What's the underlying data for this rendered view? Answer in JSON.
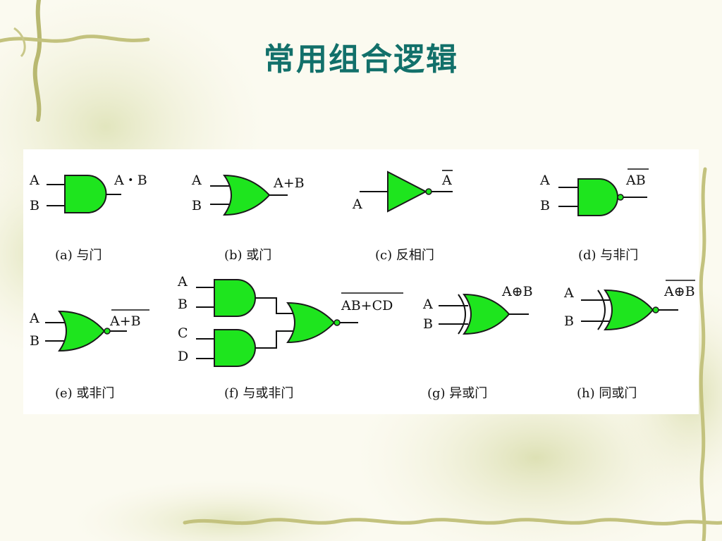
{
  "title": "常用组合逻辑",
  "gates": {
    "and": {
      "in_a": "A",
      "in_b": "B",
      "output": "A・B",
      "caption": "(a) 与门"
    },
    "or": {
      "in_a": "A",
      "in_b": "B",
      "output": "A+B",
      "caption": "(b) 或门"
    },
    "not": {
      "in_a": "A",
      "output": "A",
      "caption": "(c) 反相门"
    },
    "nand": {
      "in_a": "A",
      "in_b": "B",
      "output": "AB",
      "caption": "(d) 与非门"
    },
    "nor": {
      "in_a": "A",
      "in_b": "B",
      "output": "A+B",
      "caption": "(e) 或非门"
    },
    "aoi": {
      "in_a": "A",
      "in_b": "B",
      "in_c": "C",
      "in_d": "D",
      "output": "AB+CD",
      "caption": "(f) 与或非门"
    },
    "xor": {
      "in_a": "A",
      "in_b": "B",
      "output": "A⊕B",
      "caption": "(g) 异或门"
    },
    "xnor": {
      "in_a": "A",
      "in_b": "B",
      "output": "A⊕B",
      "caption": "(h) 同或门"
    }
  },
  "colors": {
    "gate_fill": "#1ee51e",
    "title": "#12706a",
    "background": "#fbfaf0"
  }
}
